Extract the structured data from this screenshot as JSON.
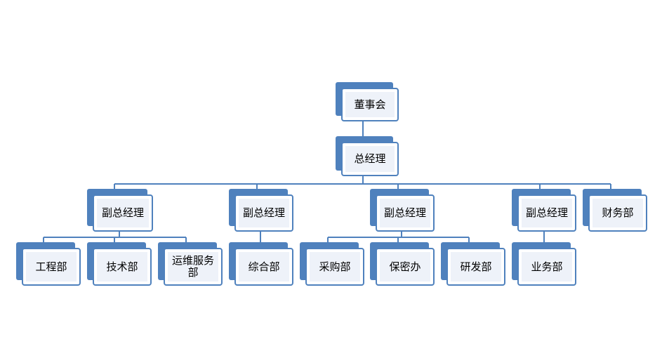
{
  "org_chart": {
    "root": "董事会",
    "general_manager": "总经理",
    "branches": [
      {
        "label": "副总经理",
        "departments": [
          "工程部",
          "技术部",
          "运维服务部"
        ]
      },
      {
        "label": "副总经理",
        "departments": [
          "综合部"
        ]
      },
      {
        "label": "副总经理",
        "departments": [
          "采购部",
          "保密办",
          "研发部"
        ]
      },
      {
        "label": "副总经理",
        "departments": [
          "业务部"
        ]
      },
      {
        "label": "财务部",
        "departments": []
      }
    ],
    "colors": {
      "accent": "#4f81bd",
      "card_fill": "#eef2f9",
      "connector": "#4f81bd"
    }
  }
}
